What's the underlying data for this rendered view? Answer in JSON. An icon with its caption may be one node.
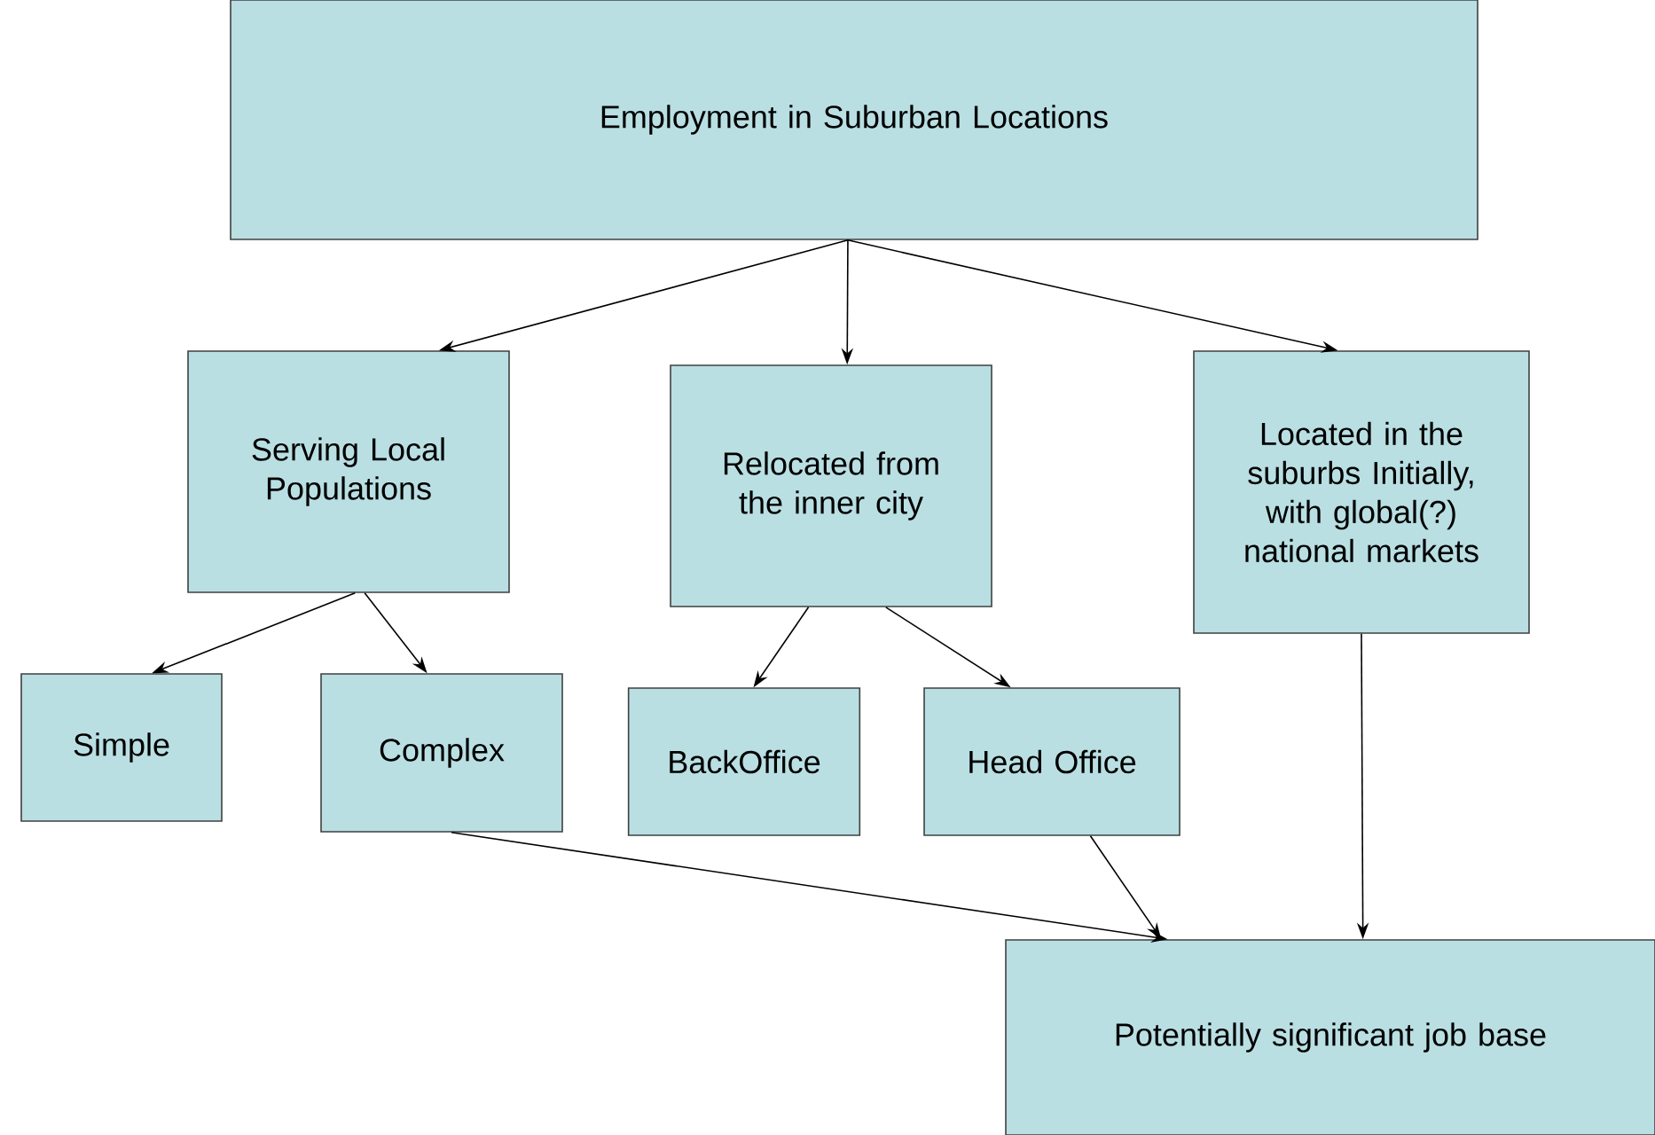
{
  "diagram": {
    "nodes": [
      {
        "text": [
          "Employment in Suburban Locations"
        ]
      },
      {
        "text": [
          "Serving Local Populations"
        ]
      },
      {
        "text": [
          "Relocated from the inner city"
        ]
      },
      {
        "text": [
          "Located in the suburbs Initially, with global(?) national markets"
        ]
      },
      {
        "text": [
          "Simple"
        ]
      },
      {
        "text": [
          "Complex"
        ]
      },
      {
        "text": [
          "BackOffice"
        ]
      },
      {
        "text": [
          "Head Office"
        ]
      },
      {
        "text": [
          "Potentially significant job base"
        ]
      }
    ],
    "edges": [
      {
        "from": 0,
        "to": 1,
        "arrow": "to"
      },
      {
        "from": 0,
        "to": 2,
        "arrow": "to"
      },
      {
        "from": 0,
        "to": 3,
        "arrow": "to"
      },
      {
        "from": 1,
        "to": 4,
        "arrow": "to"
      },
      {
        "from": 1,
        "to": 5,
        "arrow": "to"
      },
      {
        "from": 2,
        "to": 6,
        "arrow": "to"
      },
      {
        "from": 2,
        "to": 7,
        "arrow": "to"
      },
      {
        "from": 5,
        "to": 8,
        "arrow": "to"
      },
      {
        "from": 7,
        "to": 8,
        "arrow": "to"
      },
      {
        "from": 3,
        "to": 8,
        "arrow": "to"
      }
    ]
  }
}
